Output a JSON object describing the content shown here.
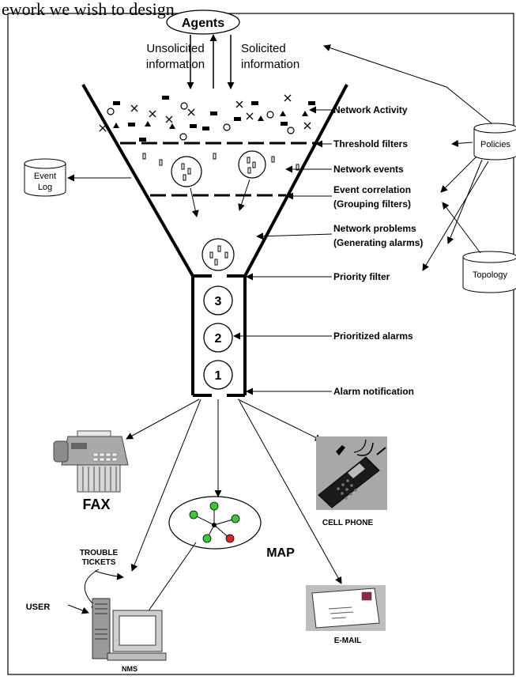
{
  "heading_fragment": "ework we wish to design.",
  "agents": "Agents",
  "unsolicited": [
    "Unsolicited",
    "information"
  ],
  "solicited": [
    "Solicited",
    "information"
  ],
  "network_activity": "Network Activity",
  "threshold_filters": "Threshold filters",
  "network_events": "Network events",
  "event_correlation": [
    "Event correlation",
    "(Grouping filters)"
  ],
  "network_problems": [
    "Network problems",
    "(Generating alarms)"
  ],
  "priority_filter": "Priority filter",
  "prioritized_alarms": "Prioritized alarms",
  "alarm_notification": "Alarm notification",
  "event_log": [
    "Event",
    "Log"
  ],
  "policies": "Policies",
  "topology": "Topology",
  "alarm_numbers": [
    "3",
    "2",
    "1"
  ],
  "fax": "FAX",
  "cell_phone": "CELL PHONE",
  "map": "MAP",
  "trouble_tickets": [
    "TROUBLE",
    "TICKETS"
  ],
  "user": "USER",
  "nms": "NMS",
  "email": "E-MAIL",
  "colors": {
    "node_green": "#33cc33",
    "node_red": "#dd2222",
    "funnel": "#000000"
  }
}
